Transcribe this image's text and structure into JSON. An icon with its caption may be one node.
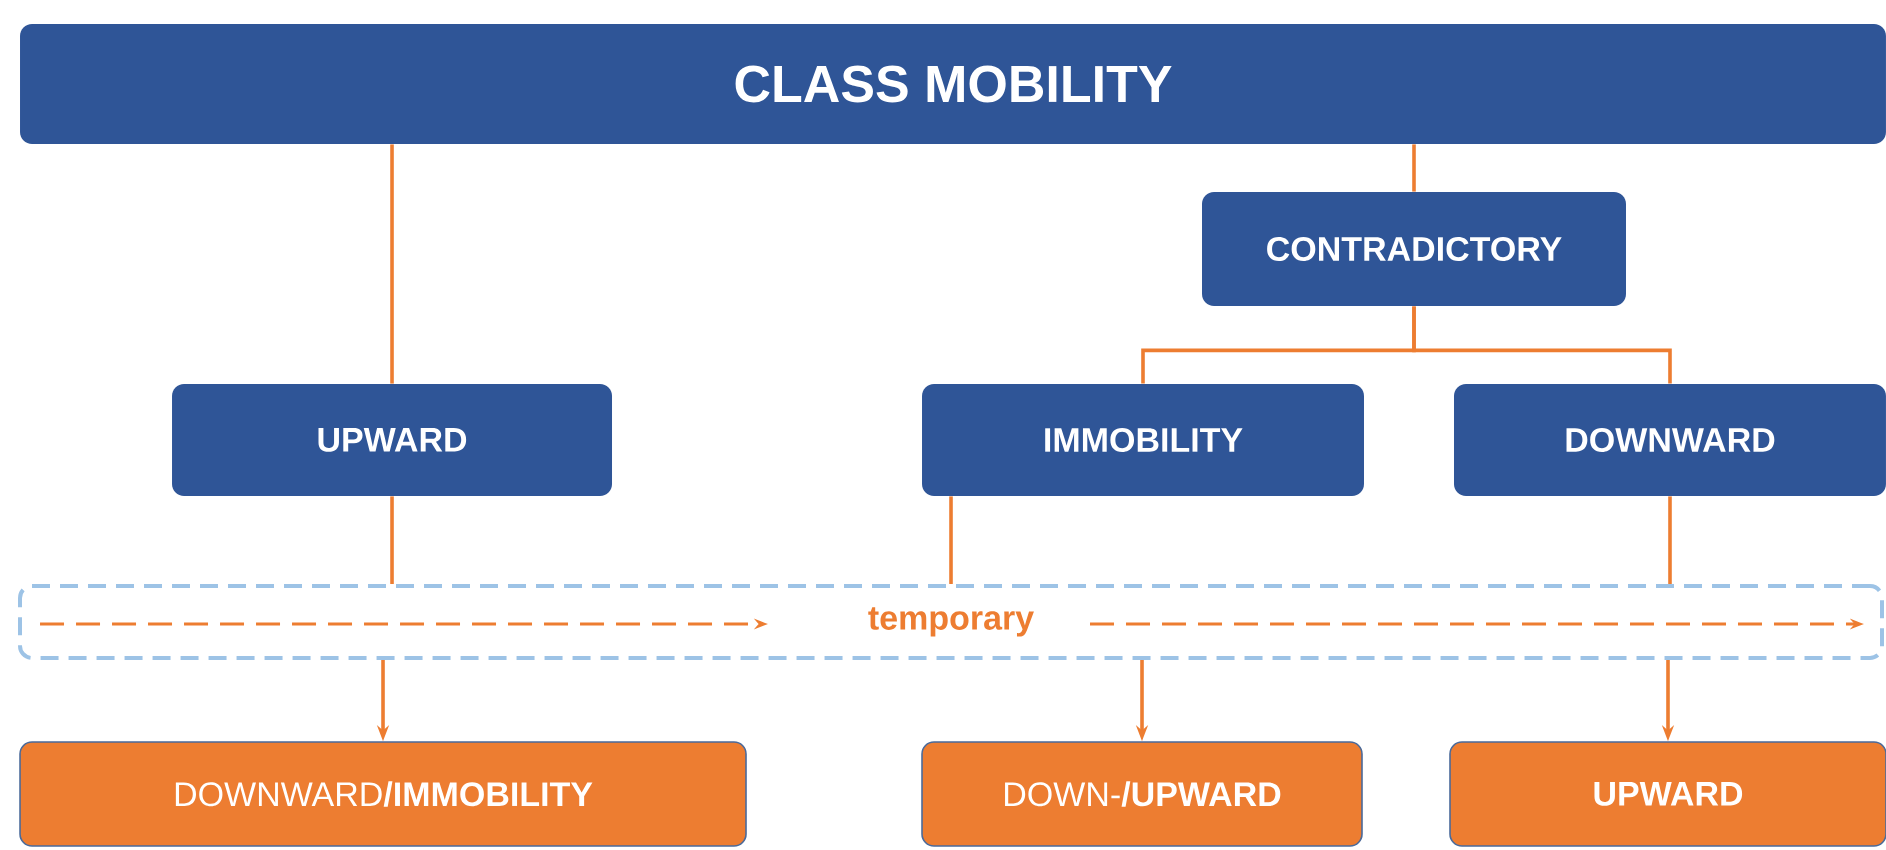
{
  "diagram": {
    "nodes": [
      {
        "text": [
          "CLASS MOBILITY"
        ]
      },
      {
        "text": [
          "CONTRADICTORY"
        ]
      },
      {
        "text": [
          "UPWARD"
        ]
      },
      {
        "text": [
          "IMMOBILITY"
        ]
      },
      {
        "text": [
          "DOWNWARD"
        ]
      },
      {
        "text": [
          "temporary"
        ]
      },
      {
        "text": [
          "DOWNWARD**/IMMOBILITY**"
        ]
      },
      {
        "text": [
          "DOWN-**/UPWARD**"
        ]
      },
      {
        "text": [
          "UPWARD"
        ]
      }
    ],
    "edges": [
      {
        "from": 0,
        "to": 2,
        "arrow": "none"
      },
      {
        "from": 0,
        "to": 1,
        "arrow": "none"
      },
      {
        "from": 1,
        "to": 3,
        "arrow": "none"
      },
      {
        "from": 1,
        "to": 4,
        "arrow": "none"
      },
      {
        "from": 2,
        "to": 5,
        "arrow": "none"
      },
      {
        "from": 3,
        "to": 5,
        "arrow": "none"
      },
      {
        "from": 4,
        "to": 5,
        "arrow": "none"
      },
      {
        "from": 5,
        "to": 6,
        "arrow": "to"
      },
      {
        "from": 5,
        "to": 7,
        "arrow": "to"
      },
      {
        "from": 5,
        "to": 8,
        "arrow": "to"
      }
    ]
  }
}
